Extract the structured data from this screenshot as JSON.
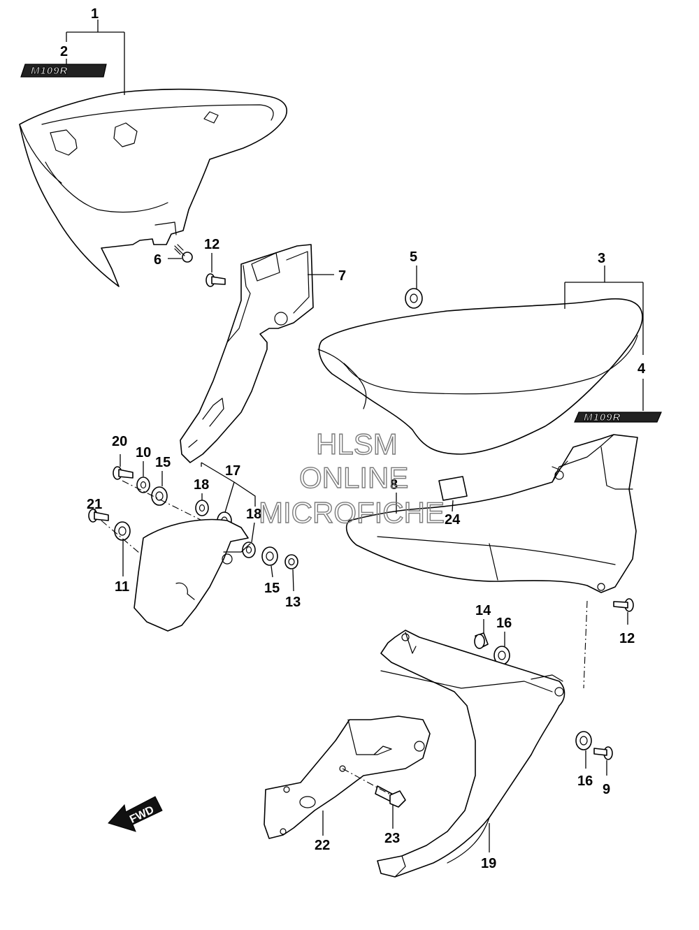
{
  "diagram": {
    "callouts": {
      "c1": "1",
      "c2": "2",
      "c3": "3",
      "c4": "4",
      "c5": "5",
      "c6": "6",
      "c7": "7",
      "c8": "8",
      "c9": "9",
      "c10": "10",
      "c11": "11",
      "c12a": "12",
      "c12b": "12",
      "c13": "13",
      "c14": "14",
      "c15a": "15",
      "c15b": "15",
      "c16a": "16",
      "c16b": "16",
      "c17": "17",
      "c18a": "18",
      "c18b": "18",
      "c19": "19",
      "c20": "20",
      "c21": "21",
      "c22": "22",
      "c23": "23",
      "c24": "24"
    },
    "emblem_left": "M109R",
    "emblem_right": "M109R",
    "fwd_label": "FWD"
  },
  "watermark": {
    "line1": "HLSM",
    "line2": "ONLINE",
    "line3": "MICROFICHE"
  }
}
